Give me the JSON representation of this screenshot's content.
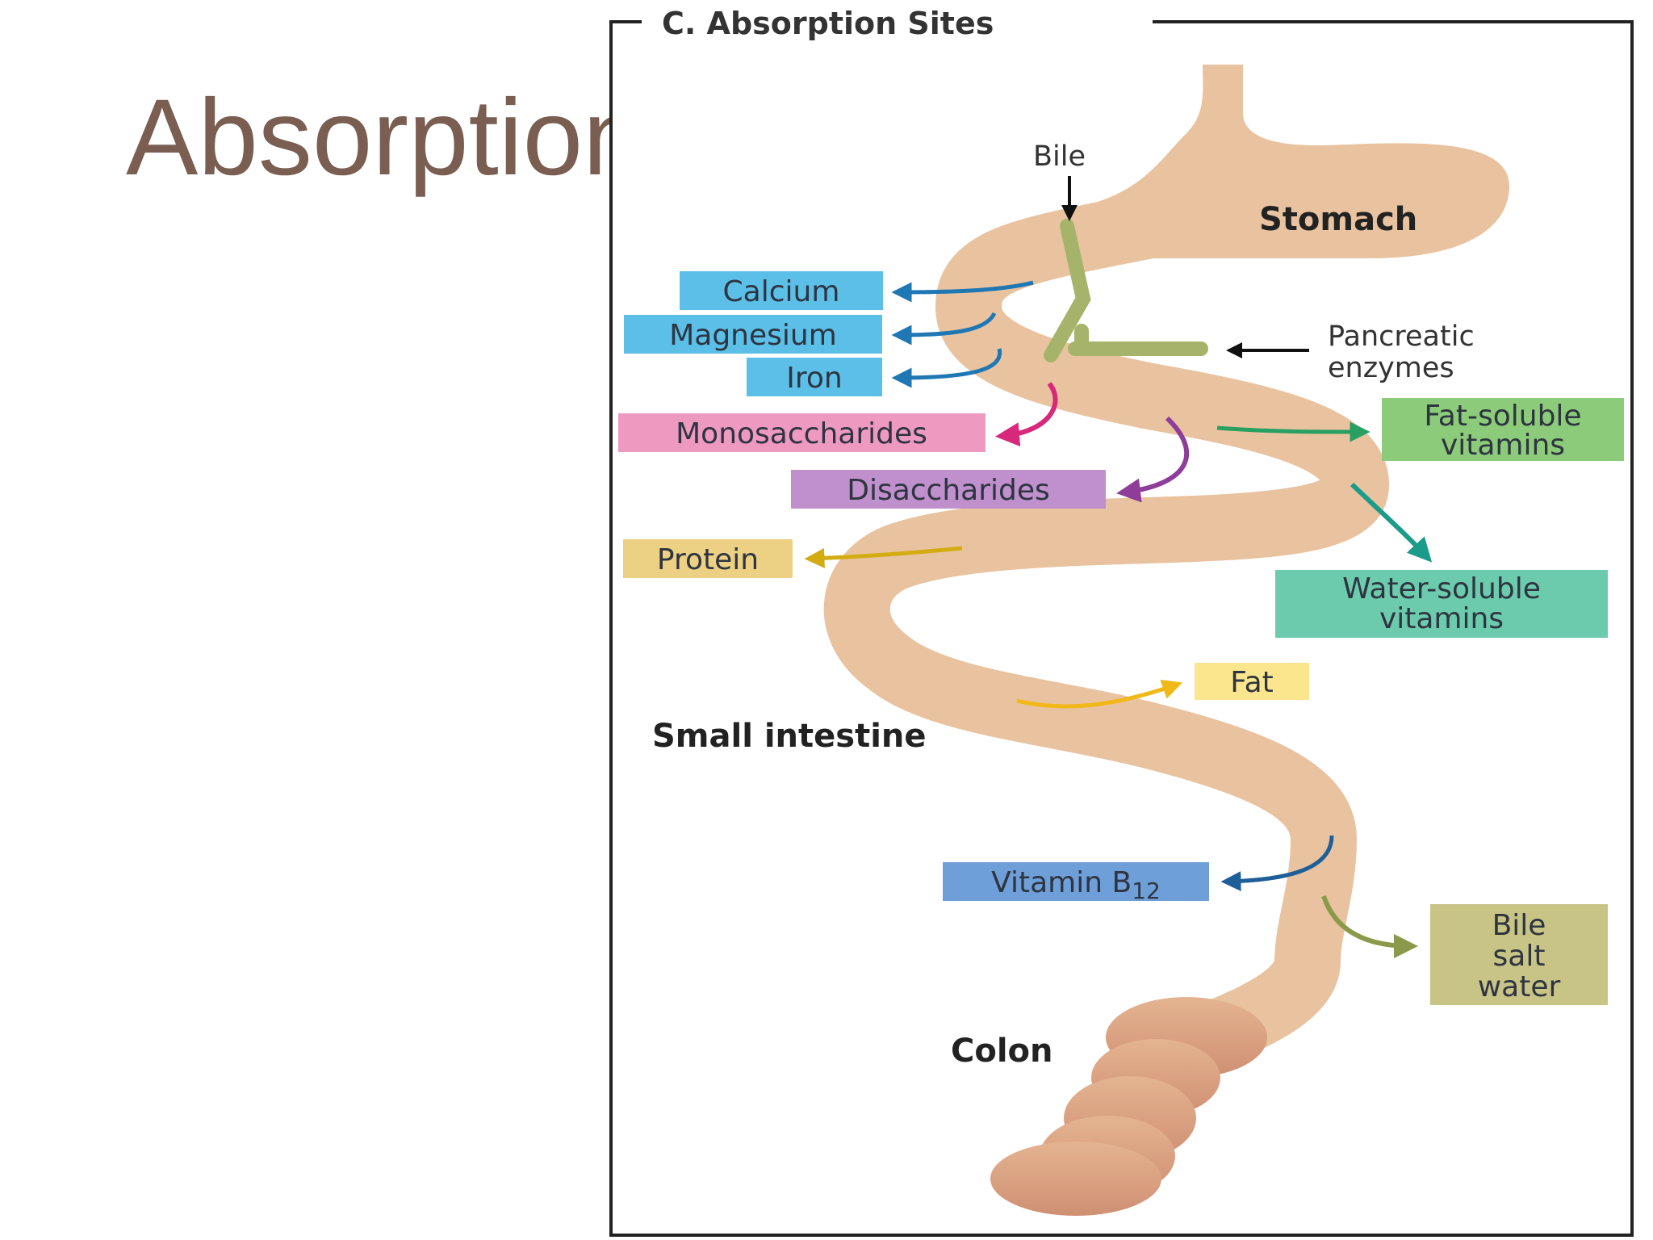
{
  "slide": {
    "title": "Absorption"
  },
  "figure": {
    "box_title": "C. Absorption Sites",
    "organs": {
      "stomach": "Stomach",
      "small_intestine": "Small intestine",
      "colon": "Colon"
    },
    "inputs": {
      "bile": "Bile",
      "pancreatic_line1": "Pancreatic",
      "pancreatic_line2": "enzymes"
    },
    "labels": {
      "calcium": "Calcium",
      "magnesium": "Magnesium",
      "iron": "Iron",
      "monosaccharides": "Monosaccharides",
      "disaccharides": "Disaccharides",
      "protein": "Protein",
      "fat": "Fat",
      "fat_soluble_line1": "Fat-soluble",
      "fat_soluble_line2": "vitamins",
      "water_soluble_line1": "Water-soluble",
      "water_soluble_line2": "vitamins",
      "vitamin_b": "Vitamin B",
      "vitamin_b_sub": "12",
      "bile_salt_line1": "Bile",
      "bile_salt_line2": "salt",
      "bile_salt_line3": "water"
    },
    "colors": {
      "tract": "#e9c3a0",
      "colon": "#d79c80",
      "bile_duct": "#a5b46a",
      "minerals": "#5bbfe8",
      "vitamin_b12": "#6f9fd8",
      "monosaccharides": "#ee9ac0",
      "disaccharides": "#bf90cc",
      "protein": "#ecd083",
      "fat": "#fbe68d",
      "fat_soluble_vitamins": "#8ccb7a",
      "water_soluble_vitamins": "#6ccbac",
      "bile_salt_water": "#c8c486"
    }
  }
}
